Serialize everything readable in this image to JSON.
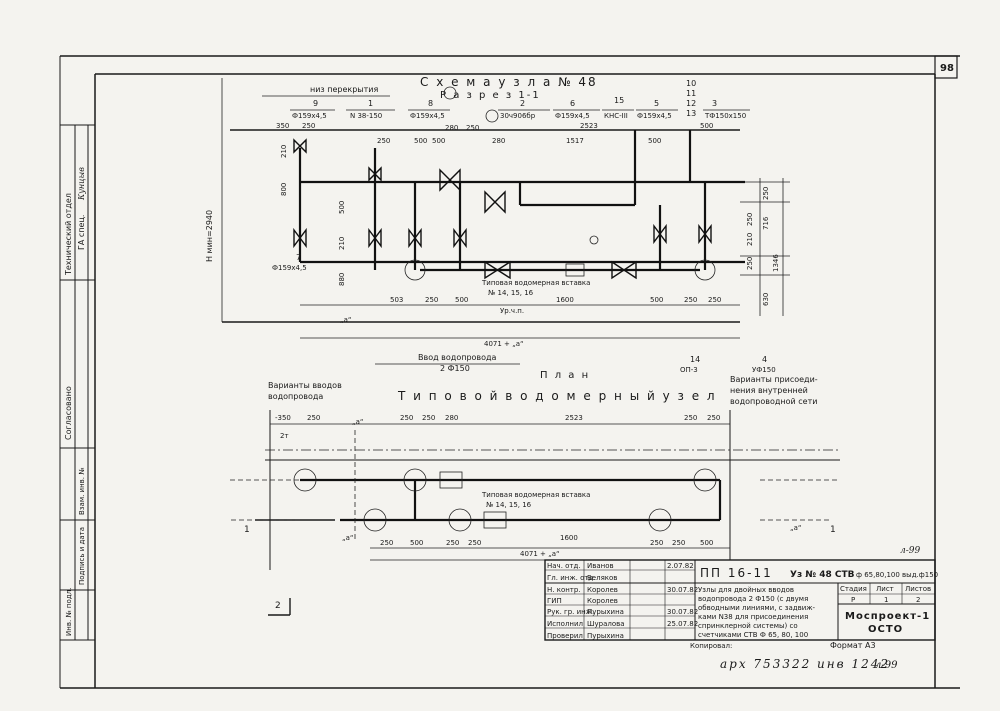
{
  "sheet_number": "98",
  "section_title": "С х е м а   у з л а  № 48",
  "section_subtitle": "Р а з р е з  1-1",
  "plan_title": "П л а н",
  "plan_heading": "Т и п о в о й   в о д о м е р н ы й   у з е л",
  "left_variants": [
    "Варианты вводов",
    "водопровода"
  ],
  "right_variants": [
    "Варианты присоеди-",
    "нения внутренней",
    "водопроводной сети"
  ],
  "insert_label": "Типовая водомерная вставка",
  "insert_ref": "№ 14, 15, 16",
  "insert_label_plan": "Типовая водомерная вставка",
  "insert_ref_plan": "№ 14, 15, 16",
  "below_floor": "низ перекрытия",
  "height_label": "Н мин=2940",
  "floor_mark": "Ур.ч.п.",
  "inlet_label": [
    "Ввод водопровода",
    "2 Ф150"
  ],
  "callouts": {
    "c9": "9",
    "c1": "1",
    "c8": "8",
    "c2": "2",
    "c6": "6",
    "c15": "15",
    "c5": "5",
    "c10": "10",
    "c11": "11",
    "c12": "12",
    "c13": "13",
    "c3": "3",
    "c7": "7",
    "c14": "14",
    "c4": "4"
  },
  "specs": {
    "s9": "Ф159х4,5",
    "s1": "N 38-150",
    "s8": "Ф159х4,5",
    "s2": "30ч906бр",
    "s6": "Ф159х4,5",
    "s15": "КНС-III",
    "s5": "Ф159х4,5",
    "s3": "ТФ150х150",
    "s7": "Ф159х4,5",
    "s14": "ОП-3",
    "s4": "УФ150"
  },
  "dims_top": {
    "d350": "350",
    "d250a": "250",
    "d250b": "250",
    "d500a": "500",
    "d280": "280",
    "d250c": "250",
    "d500b": "500",
    "d280b": "280",
    "d2523": "2523",
    "d1517": "1517",
    "d500c": "500",
    "d500d": "500",
    "d210": "210",
    "d800": "800",
    "d500e": "500",
    "d210b": "210",
    "d880": "880",
    "d250r1": "250",
    "d250r2": "250",
    "d210r": "210",
    "d716": "716",
    "d250r3": "250",
    "d1346": "1346",
    "d630": "630"
  },
  "dims_bottom": {
    "d503": "503",
    "d250e": "250",
    "d500f": "500",
    "d1600": "1600",
    "d500g": "500",
    "d250f": "250",
    "d250g": "250",
    "d4071": "4071 + „a“",
    "da1": "„a“",
    "da2": "„a“"
  },
  "plan_dims": {
    "p350": "-350",
    "p250": "250",
    "pa": "„a“",
    "p250b": "250",
    "p250c": "250",
    "p280": "280",
    "p2523": "2523",
    "p250d": "250",
    "p250e": "250",
    "p2t": "2т",
    "p250f": "250",
    "p500": "500",
    "p250g": "250",
    "p250h": "250",
    "p1600": "1600",
    "p250i": "250",
    "p250j": "250",
    "p500b": "500",
    "p4071": "4071 + „a“",
    "pa2": "„a“",
    "pa3": "„a“"
  },
  "section_marks": {
    "m1a": "1",
    "m1b": "1",
    "m1c": "1",
    "m2": "2",
    "m3a": "3",
    "m3b": "3"
  },
  "code": "ПП 16-11",
  "node_code": "Уз № 48 СТВ",
  "node_code_extra": "ф 65,80,100 выд.ф150",
  "sheet_mark": "л-99",
  "approvals": [
    {
      "role": "Нач. отд.",
      "name": "Иванов",
      "date": "2.07.82"
    },
    {
      "role": "Гл. инж. отд.",
      "name": "Беляков",
      "date": ""
    },
    {
      "role": "Н. контр.",
      "name": "Королев",
      "date": "30.07.82"
    },
    {
      "role": "ГИП",
      "name": "Королев",
      "date": ""
    },
    {
      "role": "Рук. гр. инж.",
      "name": "Пурыхина",
      "date": "30.07.82"
    },
    {
      "role": "Исполнил",
      "name": "Шуралова",
      "date": "25.07.82"
    },
    {
      "role": "Проверил",
      "name": "Пурыхина",
      "date": ""
    }
  ],
  "description": [
    "Узлы для двойных вводов",
    "водопровода 2 Ф150 (с двумя",
    "обводными линиями, с задвиж-",
    "ками N38 для присоединения",
    "спринклерной системы) со",
    "счетчиками СТВ Ф 65, 80, 100"
  ],
  "stage_header": [
    "Стадия",
    "Лист",
    "Листов"
  ],
  "stage_values": [
    "Р",
    "1",
    "2"
  ],
  "org": [
    "Моспроект-1",
    "ОСТО"
  ],
  "format": "Формат  А3",
  "copied": "Копировал:",
  "archive": "арх 753322 инв 1242",
  "side_stamp": [
    "Технический отдел",
    "ГА спец.",
    "Кунцыв"
  ],
  "side_labels": [
    "Согласовано",
    "Инв. № подл.",
    "Подпись и дата",
    "Взам. инв. №"
  ]
}
